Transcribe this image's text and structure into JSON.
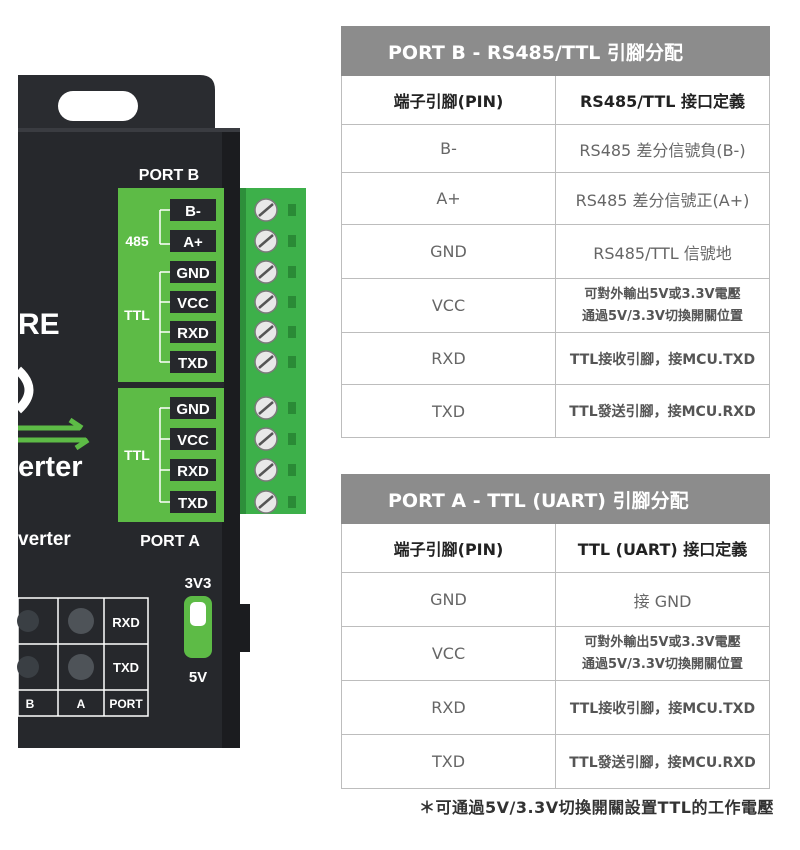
{
  "device": {
    "port_b_label": "PORT B",
    "port_a_label": "PORT A",
    "group_485": "485",
    "group_ttl": "TTL",
    "pins_b": [
      "B-",
      "A+",
      "GND",
      "VCC",
      "RXD",
      "TXD"
    ],
    "pins_a": [
      "GND",
      "VCC",
      "RXD",
      "TXD"
    ],
    "brand_partial": "RE",
    "text_verter_big": "erter",
    "text_verter_small": "verter",
    "switch_3v3": "3V3",
    "switch_5v": "5V",
    "led_rxd": "RXD",
    "led_txd": "TXD",
    "led_b": "B",
    "led_a": "A",
    "led_port": "PORT"
  },
  "port_b_table": {
    "title": "PORT B - RS485/TTL 引腳分配",
    "col1": "端子引腳(PIN)",
    "col2": "RS485/TTL 接口定義",
    "rows": [
      {
        "pin": "B-",
        "def": "RS485 差分信號負(B-)"
      },
      {
        "pin": "A+",
        "def": "RS485 差分信號正(A+)"
      },
      {
        "pin": "GND",
        "def": "RS485/TTL 信號地"
      },
      {
        "pin": "VCC",
        "def1": "可對外輸出5V或3.3V電壓",
        "def2": "通過5V/3.3V切換開關位置"
      },
      {
        "pin": "RXD",
        "def": "TTL接收引腳，接MCU.TXD"
      },
      {
        "pin": "TXD",
        "def": "TTL發送引腳，接MCU.RXD"
      }
    ]
  },
  "port_a_table": {
    "title": "PORT A - TTL (UART) 引腳分配",
    "col1": "端子引腳(PIN)",
    "col2": "TTL (UART) 接口定義",
    "rows": [
      {
        "pin": "GND",
        "def": "接 GND"
      },
      {
        "pin": "VCC",
        "def1": "可對外輸出5V或3.3V電壓",
        "def2": "通過5V/3.3V切換開關位置"
      },
      {
        "pin": "RXD",
        "def": "TTL接收引腳，接MCU.TXD"
      },
      {
        "pin": "TXD",
        "def": "TTL發送引腳，接MCU.RXD"
      }
    ]
  },
  "footnote": "＊可通過5V/3.3V切換開關設置TTL的工作電壓"
}
